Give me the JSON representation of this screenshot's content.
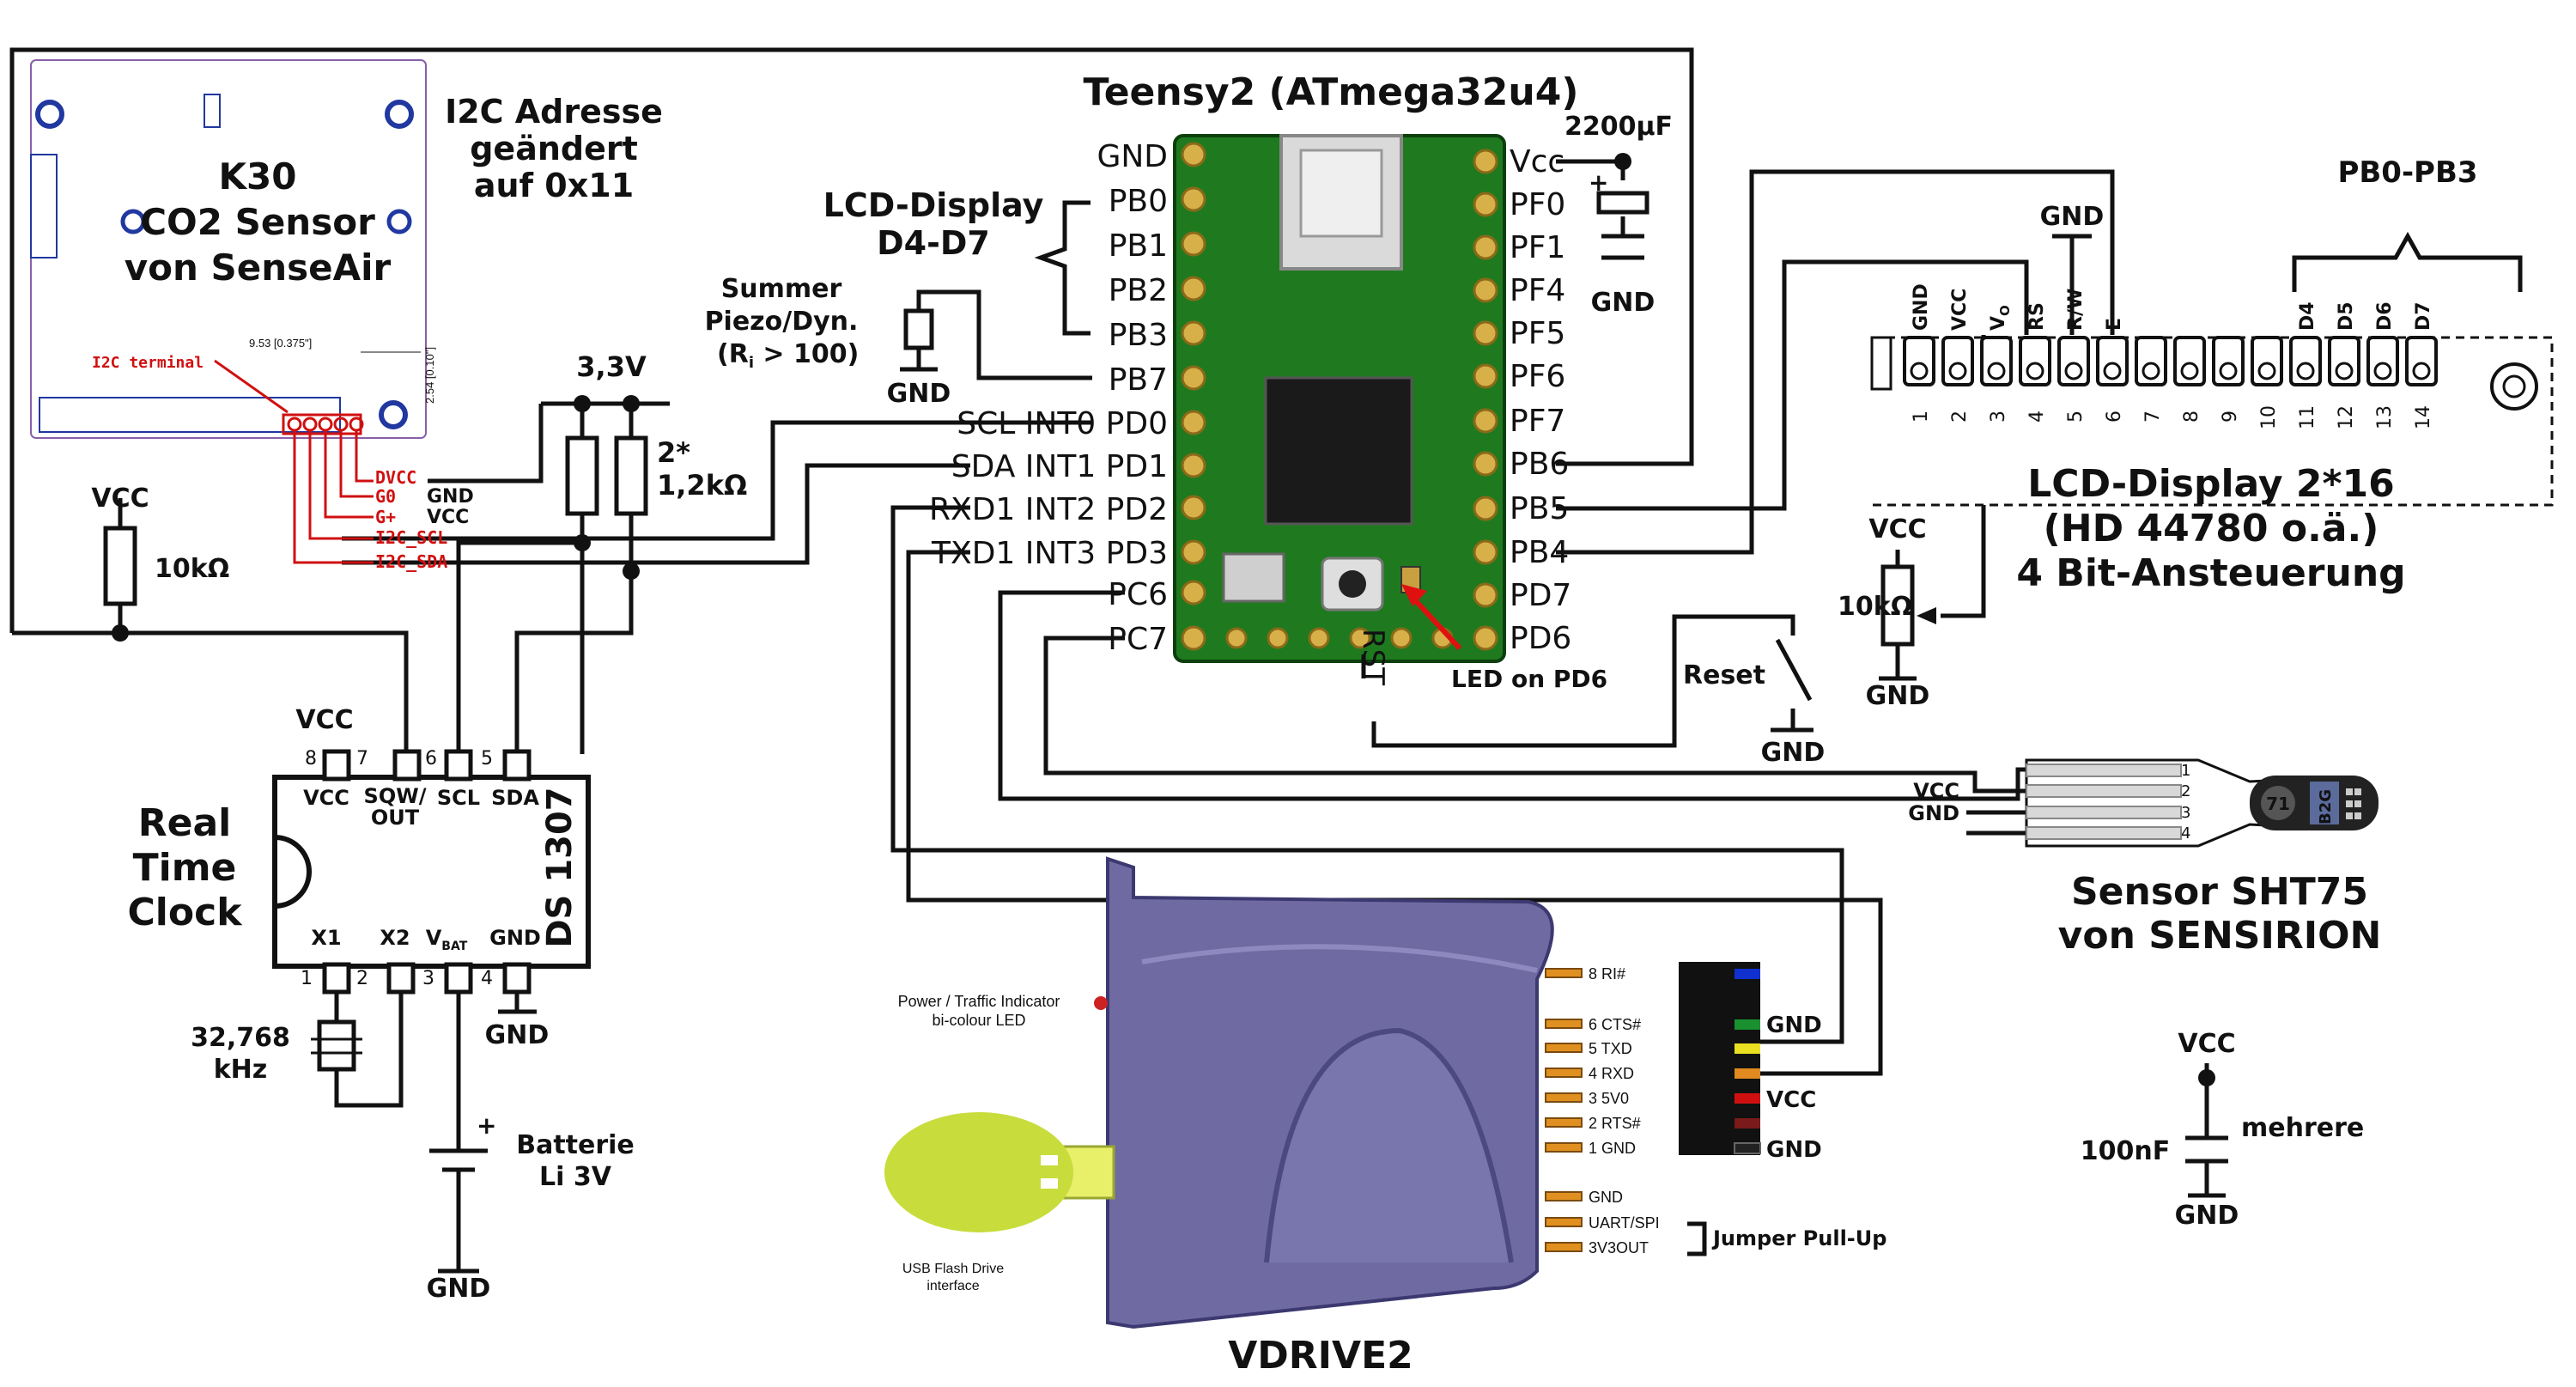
{
  "colors": {
    "wire": "#111111",
    "pcb_green": "#1f7a1f",
    "pad_gold": "#d7b04a",
    "k30_terminal_red": "#d01010",
    "vdrive_body": "#6f6aa2",
    "usb_flash_yellow": "#c8dc3c",
    "pin_orange": "#e09020"
  },
  "teensy": {
    "title": "Teensy2 (ATmega32u4)",
    "left_pins": [
      "GND",
      "PB0",
      "PB1",
      "PB2",
      "PB3",
      "PB7",
      "SCL INT0 PD0",
      "SDA INT1 PD1",
      "RXD1 INT2 PD2",
      "TXD1 INT3 PD3",
      "PC6",
      "PC7"
    ],
    "right_pins": [
      "Vcc",
      "PF0",
      "PF1",
      "PF4",
      "PF5",
      "PF6",
      "PF7",
      "PB6",
      "PB5",
      "PB4",
      "PD7",
      "PD6"
    ],
    "rst_label": "RST",
    "led_label": "LED on PD6"
  },
  "k30": {
    "name_line1": "K30",
    "name_line2": "CO2 Sensor",
    "name_line3": "von SenseAir",
    "i2c_note_line1": "I2C Adresse",
    "i2c_note_line2": "geändert",
    "i2c_note_line3": "auf 0x11",
    "terminal_label": "I2C terminal",
    "terminal_pins": [
      "DVCC",
      "G0",
      "G+",
      "I2C_SCL",
      "I2C_SDA"
    ],
    "pin_notes": [
      "GND",
      "VCC"
    ],
    "dim_1": "9.53 [0.375\"]",
    "dim_2": "2.54 [0.10\"]"
  },
  "lcd_data_label_line1": "LCD-Display",
  "lcd_data_label_line2": "D4-D7",
  "summer_line1": "Summer",
  "summer_line2": "Piezo/Dyn.",
  "summer_line3": "(R",
  "summer_sub": "i",
  "summer_line3_end": " > 100)",
  "capacitor_big": "2200µF",
  "pullup": {
    "voltage": "3,3V",
    "value_line1": "2*",
    "value_line2": "1,2kΩ"
  },
  "k30_pullup": "10kΩ",
  "rtc": {
    "title_line1": "Real",
    "title_line2": "Time",
    "title_line3": "Clock",
    "chip": "DS 1307",
    "top_pins": [
      "VCC",
      "SQW/",
      "OUT",
      "SCL",
      "SDA"
    ],
    "top_numbers": [
      "8",
      "7",
      "6",
      "5"
    ],
    "bottom_pins": [
      "X1",
      "X2",
      "V",
      "GND"
    ],
    "vbat_sub": "BAT",
    "bottom_numbers": [
      "1",
      "2",
      "3",
      "4"
    ],
    "crystal_line1": "32,768",
    "crystal_line2": "kHz",
    "battery_line1": "Batterie",
    "battery_line2": "Li 3V",
    "plus": "+"
  },
  "lcd": {
    "title_line1": "LCD-Display 2*16",
    "title_line2": "(HD 44780 o.ä.)",
    "title_line3": "4 Bit-Ansteuerung",
    "bus_label": "PB0-PB3",
    "pin_names": [
      "GND",
      "VCC",
      "V",
      "RS",
      "R/W",
      "E",
      "D4",
      "D5",
      "D6",
      "D7"
    ],
    "vo_sub": "O",
    "pin_numbers": [
      "1",
      "2",
      "3",
      "4",
      "5",
      "6",
      "7",
      "8",
      "9",
      "10",
      "11",
      "12",
      "13",
      "14"
    ],
    "pot_label": "10kΩ",
    "reset_label": "Reset"
  },
  "sht75": {
    "name_line1": "Sensor SHT75",
    "name_line2": "von SENSIRION",
    "pin_numbers": [
      "1",
      "2",
      "3",
      "4"
    ],
    "chip_text_1": "71",
    "chip_text_2": "B2G"
  },
  "vdrive": {
    "name": "VDRIVE2",
    "power_line1": "Power / Traffic Indicator",
    "power_line2": "bi-colour LED",
    "usb_line1": "USB Flash Drive",
    "usb_line2": "interface",
    "pins": [
      "8 RI#",
      "6 CTS#",
      "5 TXD",
      "4 RXD",
      "3 5V0",
      "2 RTS#",
      "1 GND",
      "GND",
      "UART/SPI",
      "3V3OUT"
    ],
    "jumper_label": "Jumper Pull-Up"
  },
  "decoupling": {
    "value": "100nF",
    "note": "mehrere"
  },
  "net": {
    "vcc": "VCC",
    "gnd": "GND"
  }
}
